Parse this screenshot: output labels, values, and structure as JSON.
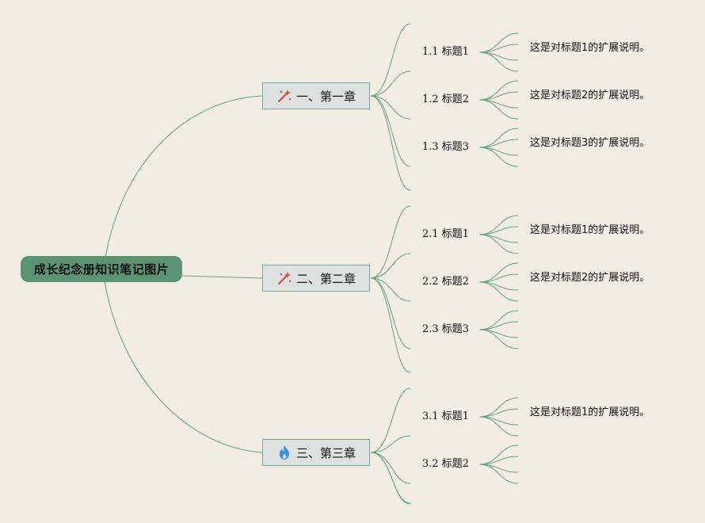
{
  "root": {
    "label": "成长纪念册知识笔记图片"
  },
  "chapters": [
    {
      "label": "一、第一章",
      "icon": "magic-wand-icon",
      "topics": [
        {
          "label": "1.1 标题1",
          "description": "这是对标题1的扩展说明。"
        },
        {
          "label": "1.2 标题2",
          "description": "这是对标题2的扩展说明。"
        },
        {
          "label": "1.3 标题3",
          "description": "这是对标题3的扩展说明。"
        }
      ]
    },
    {
      "label": "二、第二章",
      "icon": "magic-wand-icon",
      "topics": [
        {
          "label": "2.1 标题1",
          "description": "这是对标题1的扩展说明。"
        },
        {
          "label": "2.2 标题2",
          "description": "这是对标题2的扩展说明。"
        },
        {
          "label": "2.3 标题3",
          "description": ""
        }
      ]
    },
    {
      "label": "三、第三章",
      "icon": "flame-icon",
      "topics": [
        {
          "label": "3.1 标题1",
          "description": "这是对标题1的扩展说明。"
        },
        {
          "label": "3.2 标题2",
          "description": ""
        }
      ]
    }
  ],
  "colors": {
    "background": "#f1ede3",
    "root_fill": "#5b9472",
    "chapter_fill": "#dde1df",
    "chapter_border": "#79a593",
    "connector": "#6a9f86",
    "wand_icon": "#d9432f",
    "flame_icon": "#3a8fe0"
  }
}
